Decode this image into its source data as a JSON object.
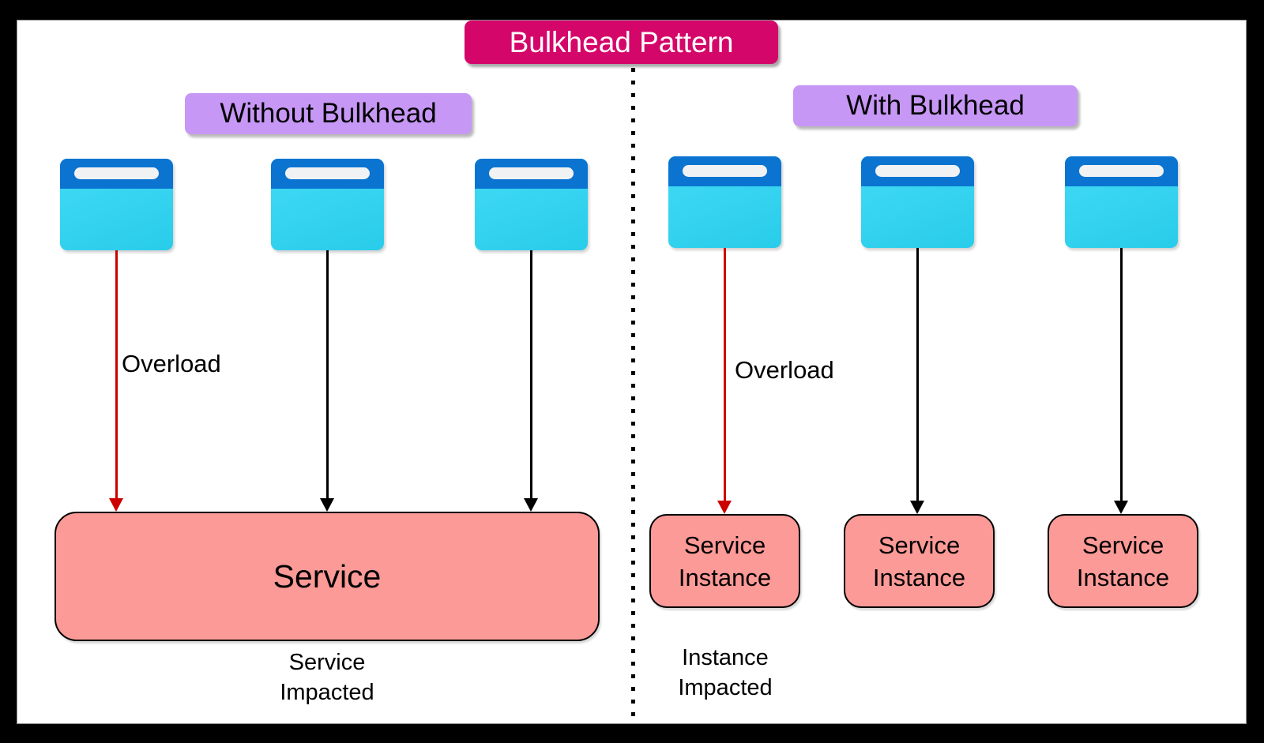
{
  "diagram": {
    "title": "Bulkhead Pattern",
    "sections": {
      "left": {
        "label": "Without Bulkhead",
        "overload_label": "Overload",
        "service_label": "Service",
        "caption_line1": "Service",
        "caption_line2": "Impacted",
        "client_icons": [
          "browser-client",
          "browser-client",
          "browser-client"
        ]
      },
      "right": {
        "label": "With Bulkhead",
        "overload_label": "Overload",
        "instances": [
          "Service Instance",
          "Service Instance",
          "Service Instance"
        ],
        "caption_line1": "Instance",
        "caption_line2": "Impacted",
        "client_icons": [
          "browser-client",
          "browser-client",
          "browser-client"
        ]
      }
    }
  },
  "colors": {
    "frame_bg": "#000000",
    "canvas_bg": "#FFFFFF",
    "title_bg": "#D4066A",
    "title_text": "#FFFFFF",
    "label_bg": "#C797F6",
    "label_text": "#000000",
    "client_header": "#0B74D1",
    "client_body": "#35D3F0",
    "address_bar": "#F1F2F3",
    "box_bg": "#FC9A97",
    "box_border": "#000000",
    "arrow_black": "#000000",
    "arrow_red": "#CC0000",
    "divider": "#000000"
  }
}
